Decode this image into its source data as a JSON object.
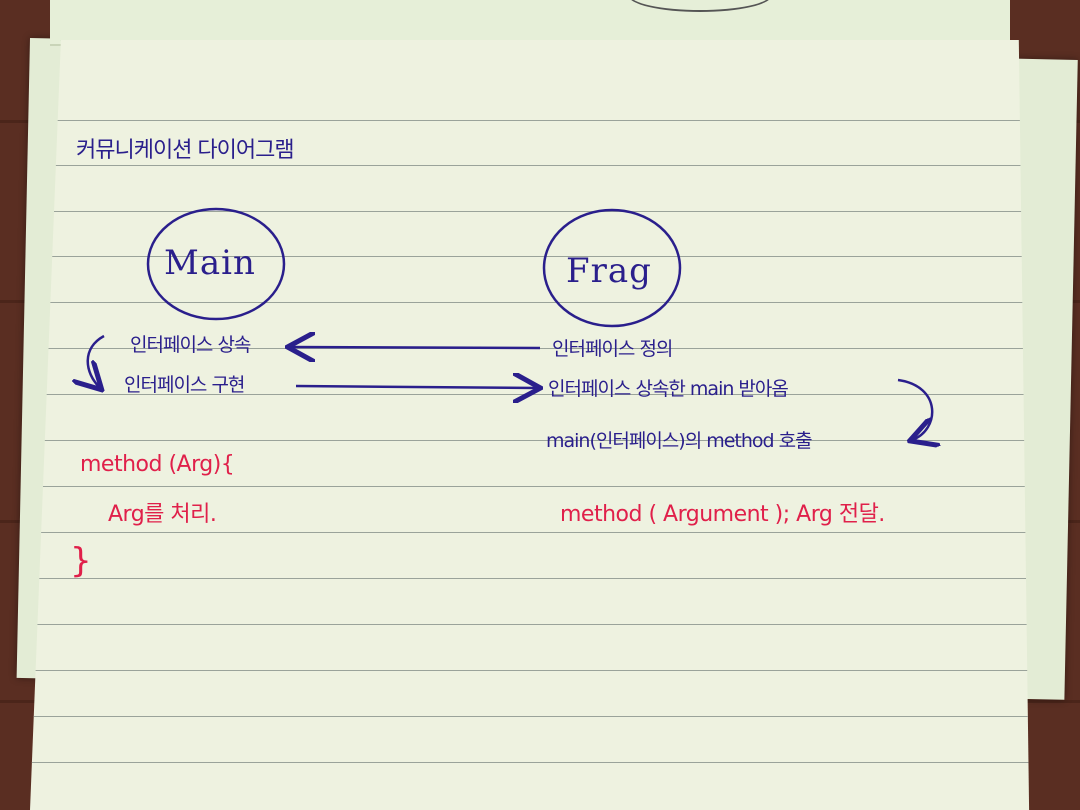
{
  "heading": "커뮤니케이션 다이어그램",
  "nodes": {
    "main": {
      "label": "Main"
    },
    "frag": {
      "label": "Frag"
    }
  },
  "main_notes": {
    "inherit": "인터페이스 상속",
    "implement": "인터페이스 구현"
  },
  "frag_notes": {
    "define": "인터페이스 정의",
    "receive": "인터페이스 상속한 main 받아옴",
    "call": "main(인터페이스)의 method 호출"
  },
  "main_code": {
    "signature": "method (Arg){",
    "body": "Arg를 처리.",
    "close": "}"
  },
  "frag_code": {
    "call": "method ( Argument ); Arg 전달."
  },
  "colors": {
    "ink_blue": "#2a1f8c",
    "ink_red": "#e0204a",
    "paper": "#eef2e0",
    "rule_line": "#9aa39a"
  }
}
